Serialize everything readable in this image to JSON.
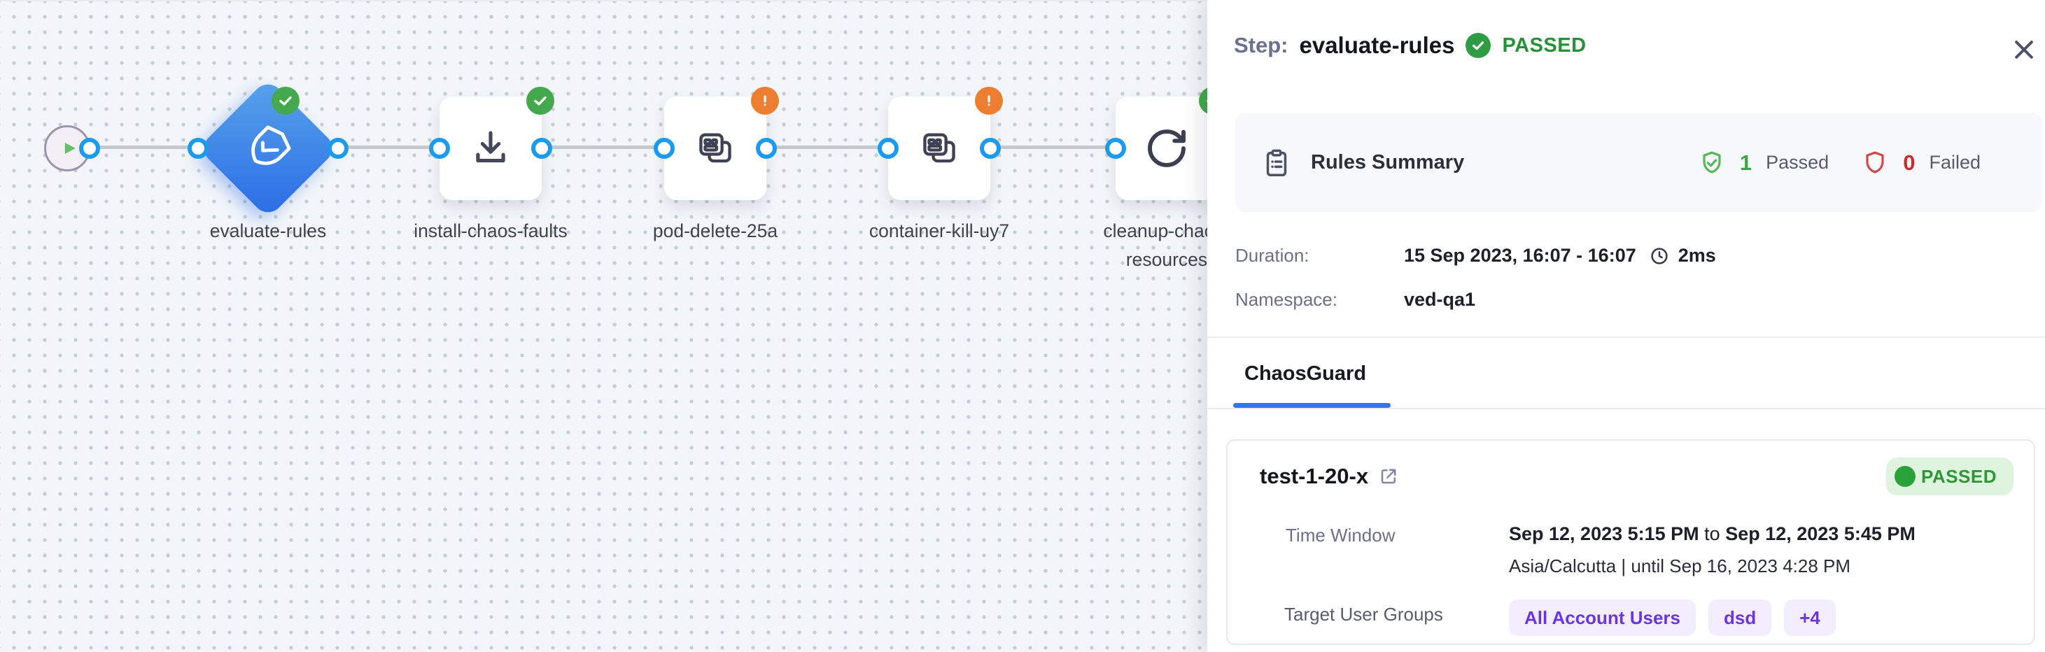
{
  "canvas": {
    "nodes": [
      {
        "name": "start",
        "icon": "play-icon"
      },
      {
        "name": "evaluate-rules",
        "label": "evaluate-rules",
        "icon": "shield-check-icon",
        "badge": "check",
        "status": "passed",
        "selected": true
      },
      {
        "name": "install-chaos-faults",
        "label": "install-chaos-faults",
        "icon": "download-icon",
        "badge": "check",
        "status": "passed"
      },
      {
        "name": "pod-delete-25a",
        "label": "pod-delete-25a",
        "icon": "experiment-icon",
        "badge": "exclamation",
        "status": "warning"
      },
      {
        "name": "container-kill-uy7",
        "label": "container-kill-uy7",
        "icon": "experiment-icon",
        "badge": "exclamation",
        "status": "warning"
      },
      {
        "name": "cleanup-chaos-resources",
        "label": "cleanup-chaos-resources",
        "icon": "refresh-icon",
        "badge": "check",
        "status": "passed"
      }
    ]
  },
  "panel": {
    "title_prefix": "Step:",
    "title": "evaluate-rules",
    "status": "PASSED",
    "close_icon": "close-icon",
    "rules_summary": {
      "label": "Rules Summary",
      "icon": "clipboard-icon",
      "passed_count": "1",
      "passed_label": "Passed",
      "failed_count": "0",
      "failed_label": "Failed"
    },
    "duration": {
      "label": "Duration:",
      "value": "15 Sep 2023, 16:07 - 16:07",
      "elapsed": "2ms",
      "icon": "clock-icon"
    },
    "namespace": {
      "label": "Namespace:",
      "value": "ved-qa1"
    },
    "tabs": [
      {
        "label": "ChaosGuard",
        "active": true
      }
    ],
    "guard_card": {
      "name": "test-1-20-x",
      "link_icon": "external-link-icon",
      "status": "PASSED",
      "time_window": {
        "label": "Time Window",
        "start": "Sep 12, 2023 5:15 PM",
        "joiner": " to ",
        "end": "Sep 12, 2023 5:45 PM",
        "timezone": "Asia/Calcutta",
        "separator": " | ",
        "until": "until Sep 16, 2023 4:28 PM"
      },
      "target_user_groups": {
        "label": "Target User Groups",
        "tags": [
          "All Account Users",
          "dsd",
          "+4"
        ]
      }
    }
  },
  "colors": {
    "accent_blue": "#2b6ce6",
    "port_blue": "#1b9bf0",
    "success_green": "#44a94c",
    "warning_orange": "#ed7d31",
    "fail_red": "#cd2b2b",
    "tag_purple": "#6c35e0",
    "tab_underline": "#3277f1",
    "canvas_bg": "#f2f5f9"
  }
}
